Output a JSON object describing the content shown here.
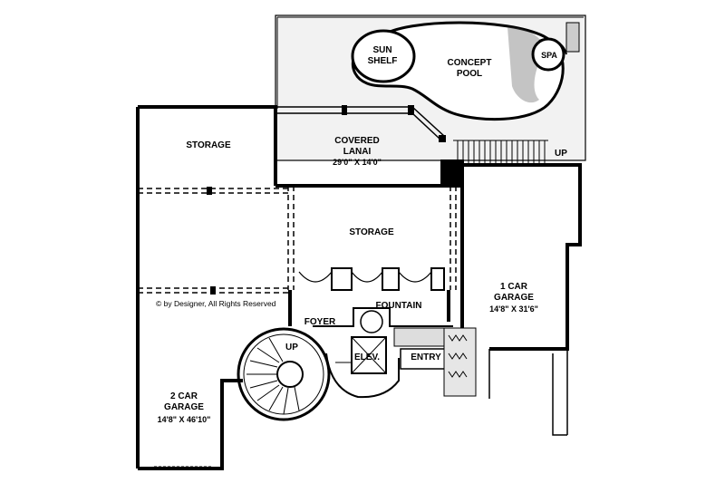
{
  "plan": {
    "copyright": "© by Designer, All Rights Reserved",
    "rooms": {
      "sun_shelf": [
        "SUN",
        "SHELF"
      ],
      "concept_pool": [
        "CONCEPT",
        "POOL"
      ],
      "spa": "SPA",
      "up_pool": "UP",
      "storage_top": "STORAGE",
      "covered_lanai": [
        "COVERED",
        "LANAI",
        "29'0\" X 14'0\""
      ],
      "storage_mid": "STORAGE",
      "one_car_garage": [
        "1 CAR",
        "GARAGE",
        "14'8\" X 31'6\""
      ],
      "fountain": "FOUNTAIN",
      "foyer": "FOYER",
      "up_stair": "UP",
      "elev": "ELEV.",
      "entry": "ENTRY",
      "two_car_garage": [
        "2 CAR",
        "GARAGE",
        "14'8\" X 46'10\""
      ]
    }
  }
}
